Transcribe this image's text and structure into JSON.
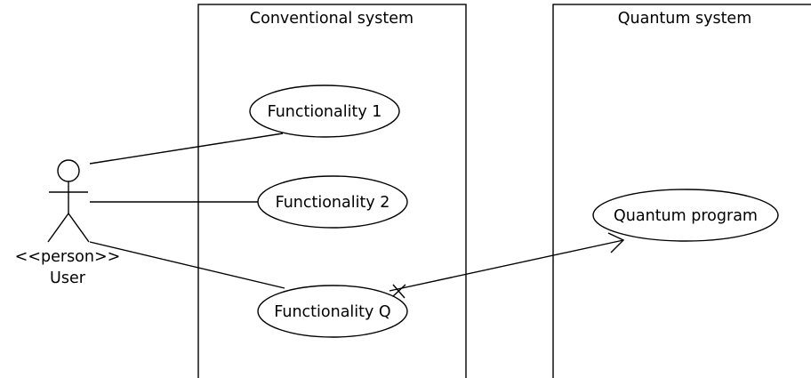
{
  "diagram": {
    "boundaries": [
      {
        "id": "conventional",
        "title": "Conventional system"
      },
      {
        "id": "quantum",
        "title": "Quantum system"
      }
    ],
    "actor": {
      "stereotype": "<<person>>",
      "name": "User"
    },
    "use_cases": [
      {
        "id": "f1",
        "label": "Functionality 1",
        "boundary": "conventional"
      },
      {
        "id": "f2",
        "label": "Functionality 2",
        "boundary": "conventional"
      },
      {
        "id": "fq",
        "label": "Functionality Q",
        "boundary": "conventional"
      },
      {
        "id": "qp",
        "label": "Quantum program",
        "boundary": "quantum"
      }
    ],
    "edges": [
      {
        "from": "user",
        "to": "f1",
        "kind": "association"
      },
      {
        "from": "user",
        "to": "f2",
        "kind": "association"
      },
      {
        "from": "user",
        "to": "fq",
        "kind": "association"
      },
      {
        "from": "fq",
        "to": "qp",
        "kind": "navigable-association",
        "source_end": "non-navigable",
        "target_end": "open-arrow"
      }
    ]
  }
}
